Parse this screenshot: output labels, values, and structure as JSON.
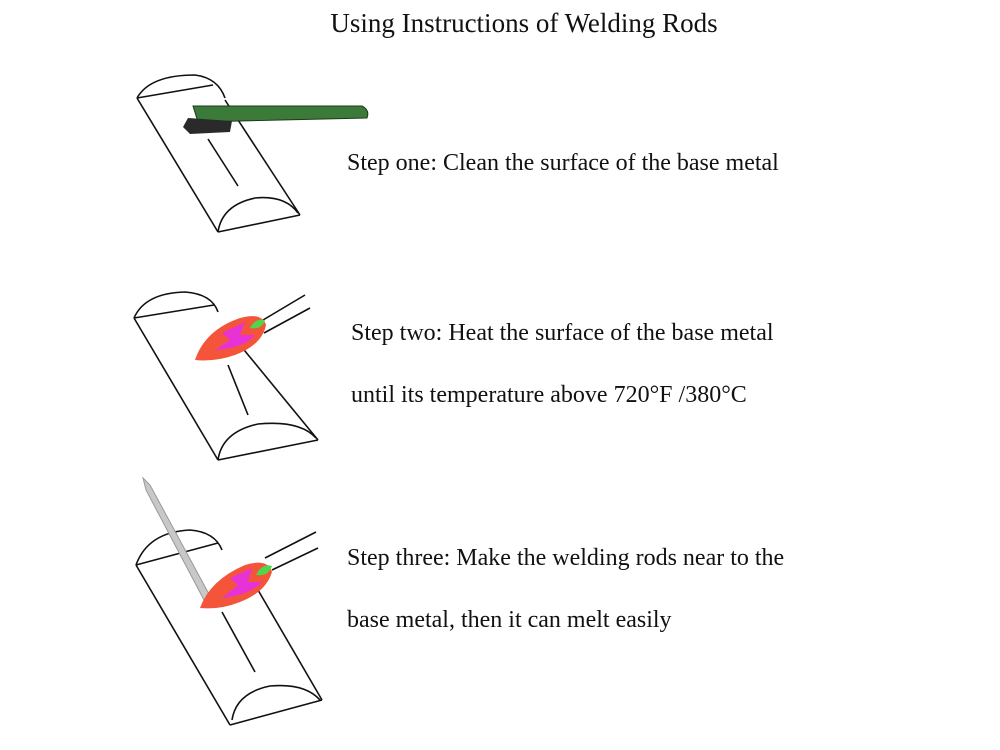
{
  "title": "Using Instructions of Welding Rods",
  "steps": [
    {
      "lines": [
        "Step one: Clean the surface of the base metal"
      ],
      "illustration": "brush-cleaning-pipe-icon"
    },
    {
      "lines": [
        "Step two: Heat the surface of the base metal",
        "until its temperature above 720°F /380°C"
      ],
      "illustration": "torch-heating-pipe-icon"
    },
    {
      "lines": [
        "Step three: Make the welding rods near to the",
        "base metal, then it can melt easily"
      ],
      "illustration": "rod-and-torch-pipe-icon"
    }
  ],
  "colors": {
    "brush": "#3c7a3a",
    "bristles": "#2a2a2a",
    "flame_outer": "#f4553a",
    "flame_inner": "#e733d6",
    "flame_core": "#4fd64a"
  }
}
